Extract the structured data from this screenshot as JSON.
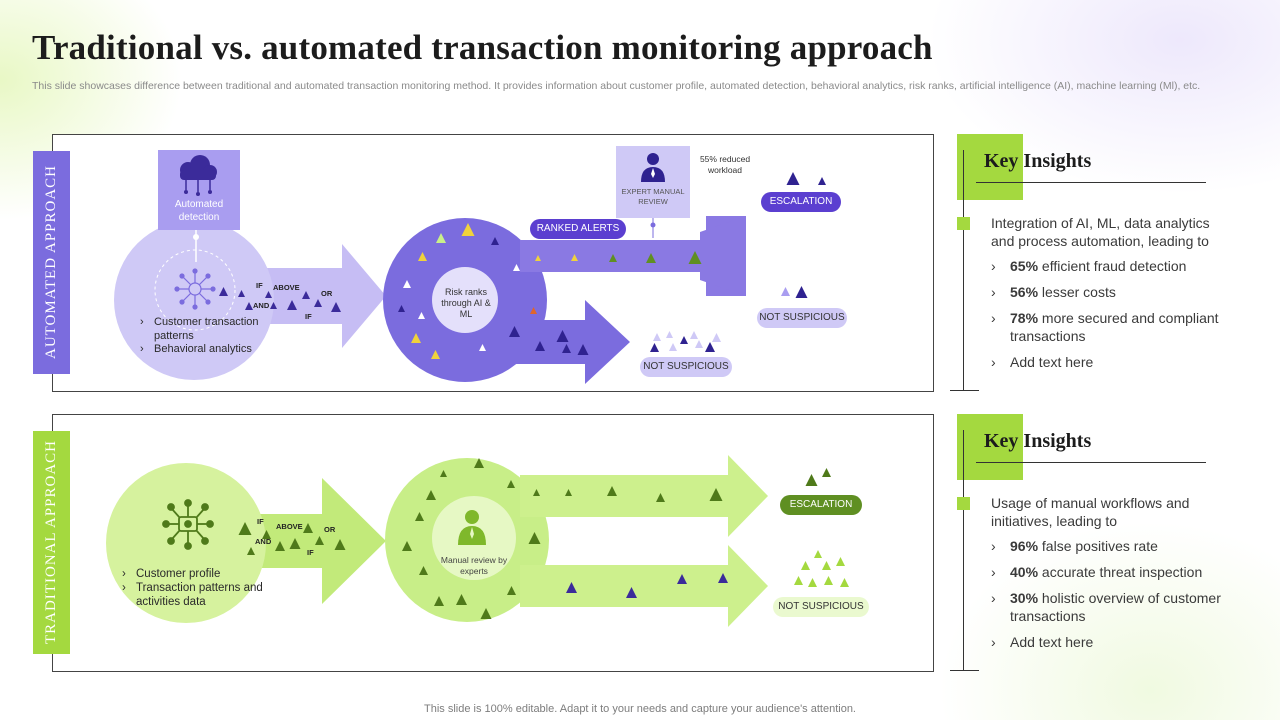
{
  "page": {
    "title": "Traditional vs. automated transaction monitoring approach",
    "subtitle": "This slide showcases difference between traditional and automated transaction monitoring method. It provides information about customer profile, automated detection, behavioral analytics, risk ranks, artificial intelligence (AI), machine learning (Ml), etc.",
    "footer": "This slide is 100% editable. Adapt it to your needs and capture your audience's attention."
  },
  "colors": {
    "automated_primary": "#7b6cde",
    "automated_light": "#cfc9f6",
    "automated_pill": "#5b3fd0",
    "traditional_primary": "#a4d93f",
    "traditional_light": "#d9f2a6",
    "traditional_dark": "#5f8f22"
  },
  "automated": {
    "label": "AUTOMATED APPROACH",
    "detection_box": "Automated detection",
    "bullets": [
      "Customer transaction patterns",
      "Behavioral analytics"
    ],
    "logic_words": [
      "IF",
      "ABOVE",
      "OR",
      "AND",
      "IF"
    ],
    "center_text": "Risk ranks through AI & ML",
    "ranked_alerts": "RANKED ALERTS",
    "expert_review": "EXPERT MANUAL REVIEW",
    "reduced_workload": "55% reduced workload",
    "escalation": "ESCALATION",
    "not_suspicious_right": "NOT SUSPICIOUS",
    "not_suspicious_bottom": "NOT SUSPICIOUS",
    "icons": [
      "cloud-network-icon",
      "network-hub-icon",
      "person-icon",
      "warning-icon"
    ]
  },
  "traditional": {
    "label": "TRADITIONAL APPROACH",
    "bullets": [
      "Customer profile",
      "Transaction patterns and activities data"
    ],
    "logic_words": [
      "IF",
      "ABOVE",
      "OR",
      "AND",
      "IF"
    ],
    "center_text": "Manual review by experts",
    "escalation": "ESCALATION",
    "not_suspicious": "NOT SUSPICIOUS",
    "icons": [
      "network-hub-icon",
      "person-icon",
      "warning-icon"
    ]
  },
  "insights_automated": {
    "title": "Key Insights",
    "intro": "Integration of AI, ML, data analytics and process automation, leading to",
    "items": [
      {
        "value": "65%",
        "text": "efficient fraud detection"
      },
      {
        "value": "56%",
        "text": "lesser costs"
      },
      {
        "value": "78%",
        "text": "more secured and compliant transactions"
      },
      {
        "value": "",
        "text": "Add text here"
      }
    ]
  },
  "insights_traditional": {
    "title": "Key Insights",
    "intro": "Usage of manual workflows and initiatives, leading to",
    "items": [
      {
        "value": "96%",
        "text": "false positives rate"
      },
      {
        "value": "40%",
        "text": "accurate threat inspection"
      },
      {
        "value": "30%",
        "text": "holistic overview of customer transactions"
      },
      {
        "value": "",
        "text": "Add text here"
      }
    ]
  }
}
